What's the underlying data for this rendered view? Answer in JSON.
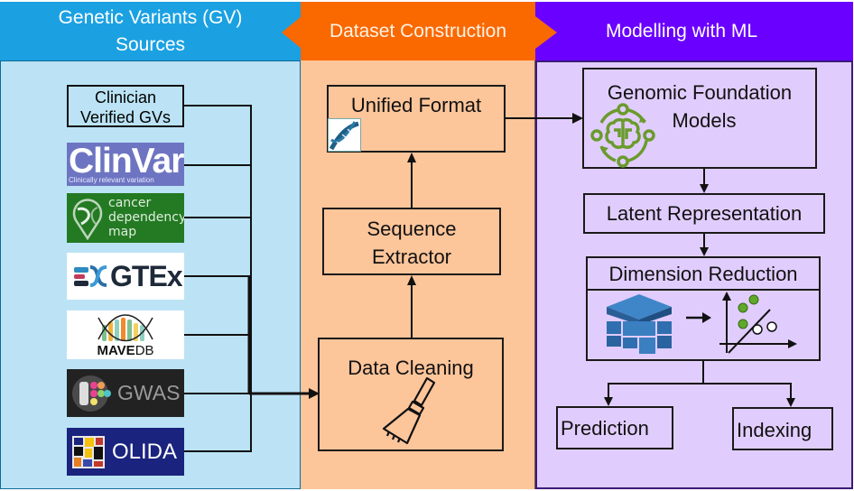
{
  "columns": [
    {
      "id": "sources",
      "title_line1": "Genetic Variants (GV)",
      "title_line2": "Sources",
      "color": "#1ba1e2",
      "body_color": "#bbe3f5"
    },
    {
      "id": "dataset",
      "title": "Dataset Construction",
      "color": "#fa6800",
      "body_color": "#fdc59a"
    },
    {
      "id": "modelling",
      "title": "Modelling with ML",
      "color": "#6a00ff",
      "body_color": "#e1cdfd"
    }
  ],
  "sources": {
    "clinician": {
      "line1": "Clinician",
      "line2": "Verified GVs"
    },
    "clinvar": {
      "name": "ClinVar",
      "tagline": "Clinically relevant variation"
    },
    "depmap": {
      "line1": "cancer",
      "line2": "dependency",
      "line3": "map"
    },
    "gtex": {
      "name": "GTEx"
    },
    "mavedb": {
      "bold": "MAVE",
      "rest": "DB"
    },
    "gwas": {
      "name": "GWAS"
    },
    "olida": {
      "name": "OLIDA"
    }
  },
  "dataset": {
    "unified_format": "Unified Format",
    "sequence_extractor_line1": "Sequence",
    "sequence_extractor_line2": "Extractor",
    "data_cleaning": "Data Cleaning"
  },
  "modelling": {
    "gfm_line1": "Genomic Foundation",
    "gfm_line2": "Models",
    "latent": "Latent Representation",
    "dimension_reduction": "Dimension Reduction",
    "prediction": "Prediction",
    "indexing": "Indexing"
  },
  "icons": {
    "unified_format": "dna-icon",
    "data_cleaning": "broom-icon",
    "gfm": "brain-cycle-icon",
    "dimension_reduction_input": "cube-stack-icon",
    "dimension_reduction_output": "scatter-plot-icon"
  },
  "colors": {
    "connector": "#111111",
    "icon_green": "#6a9b2c",
    "cube_blue": "#2f6fb0"
  }
}
